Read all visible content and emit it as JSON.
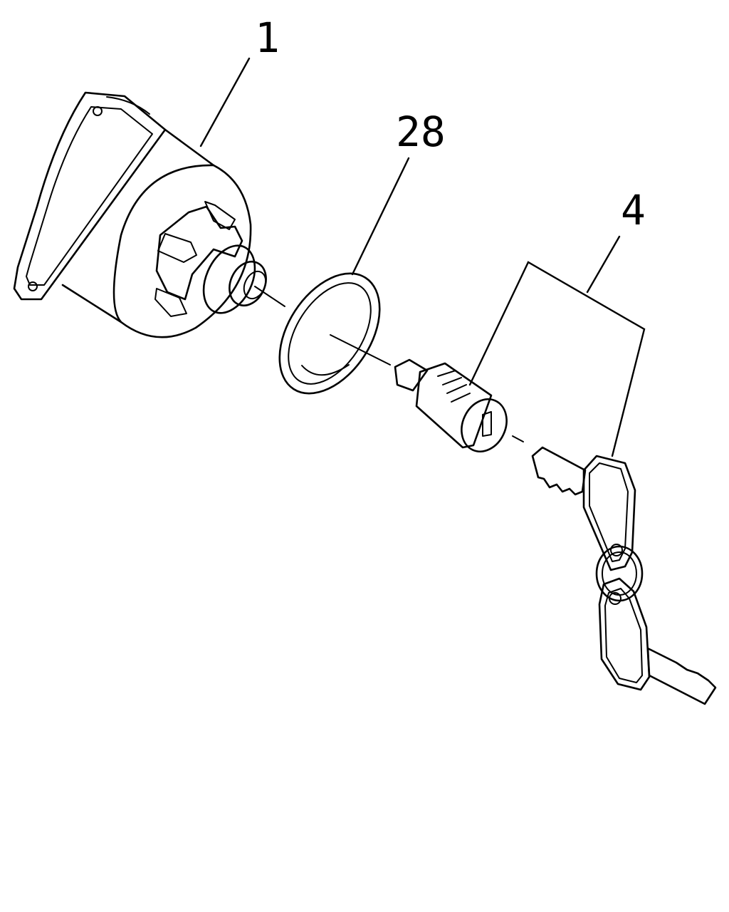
{
  "callouts": {
    "switch_housing": "1",
    "gasket": "28",
    "lock_and_keys": "4"
  },
  "colors": {
    "line": "#000000",
    "background": "#ffffff"
  }
}
